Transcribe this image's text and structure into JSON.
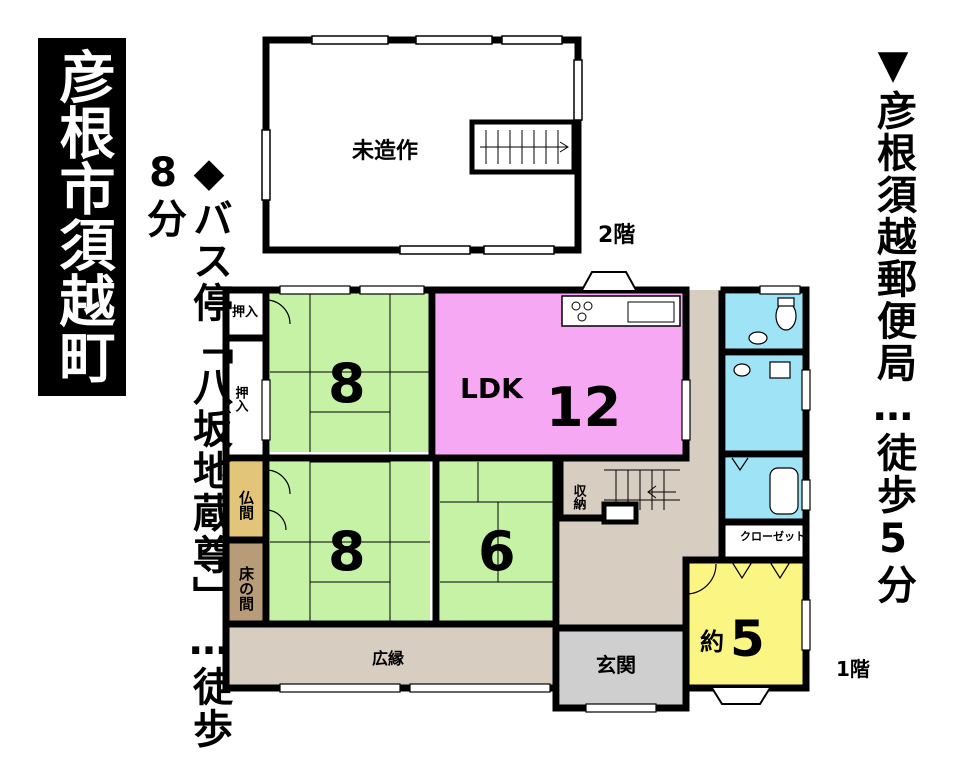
{
  "title": "彦根市須越町",
  "bus_info": "◆バス停「八坂地蔵尊」…徒歩8分",
  "post_info": "▼彦根須越郵便局…徒歩5分",
  "floor2": {
    "label": "2階",
    "room": "未造作"
  },
  "floor1": {
    "label": "1階",
    "rooms": {
      "oshiire_top": "押入",
      "oshiire_side": "押入",
      "butsuma": "仏間",
      "tokonoma": "床の間",
      "tatami_a_num": "8",
      "tatami_b_num": "8",
      "tatami_c_num": "6",
      "ldk_label": "LDK",
      "ldk_num": "12",
      "shuno": "収納",
      "closet": "クローゼット",
      "yaku_label": "約",
      "yaku_num": "5",
      "hiroen": "広縁",
      "genkan": "玄関"
    }
  },
  "colors": {
    "tatami": "#c6f2a6",
    "ldk": "#f7a8f3",
    "wet": "#9fe4f6",
    "corridor": "#d8cdc1",
    "butsuma": "#e3c57a",
    "tokonoma": "#b89c7a",
    "genkan": "#cfcfcf",
    "yaku": "#fbf584",
    "wall": "#000000"
  }
}
